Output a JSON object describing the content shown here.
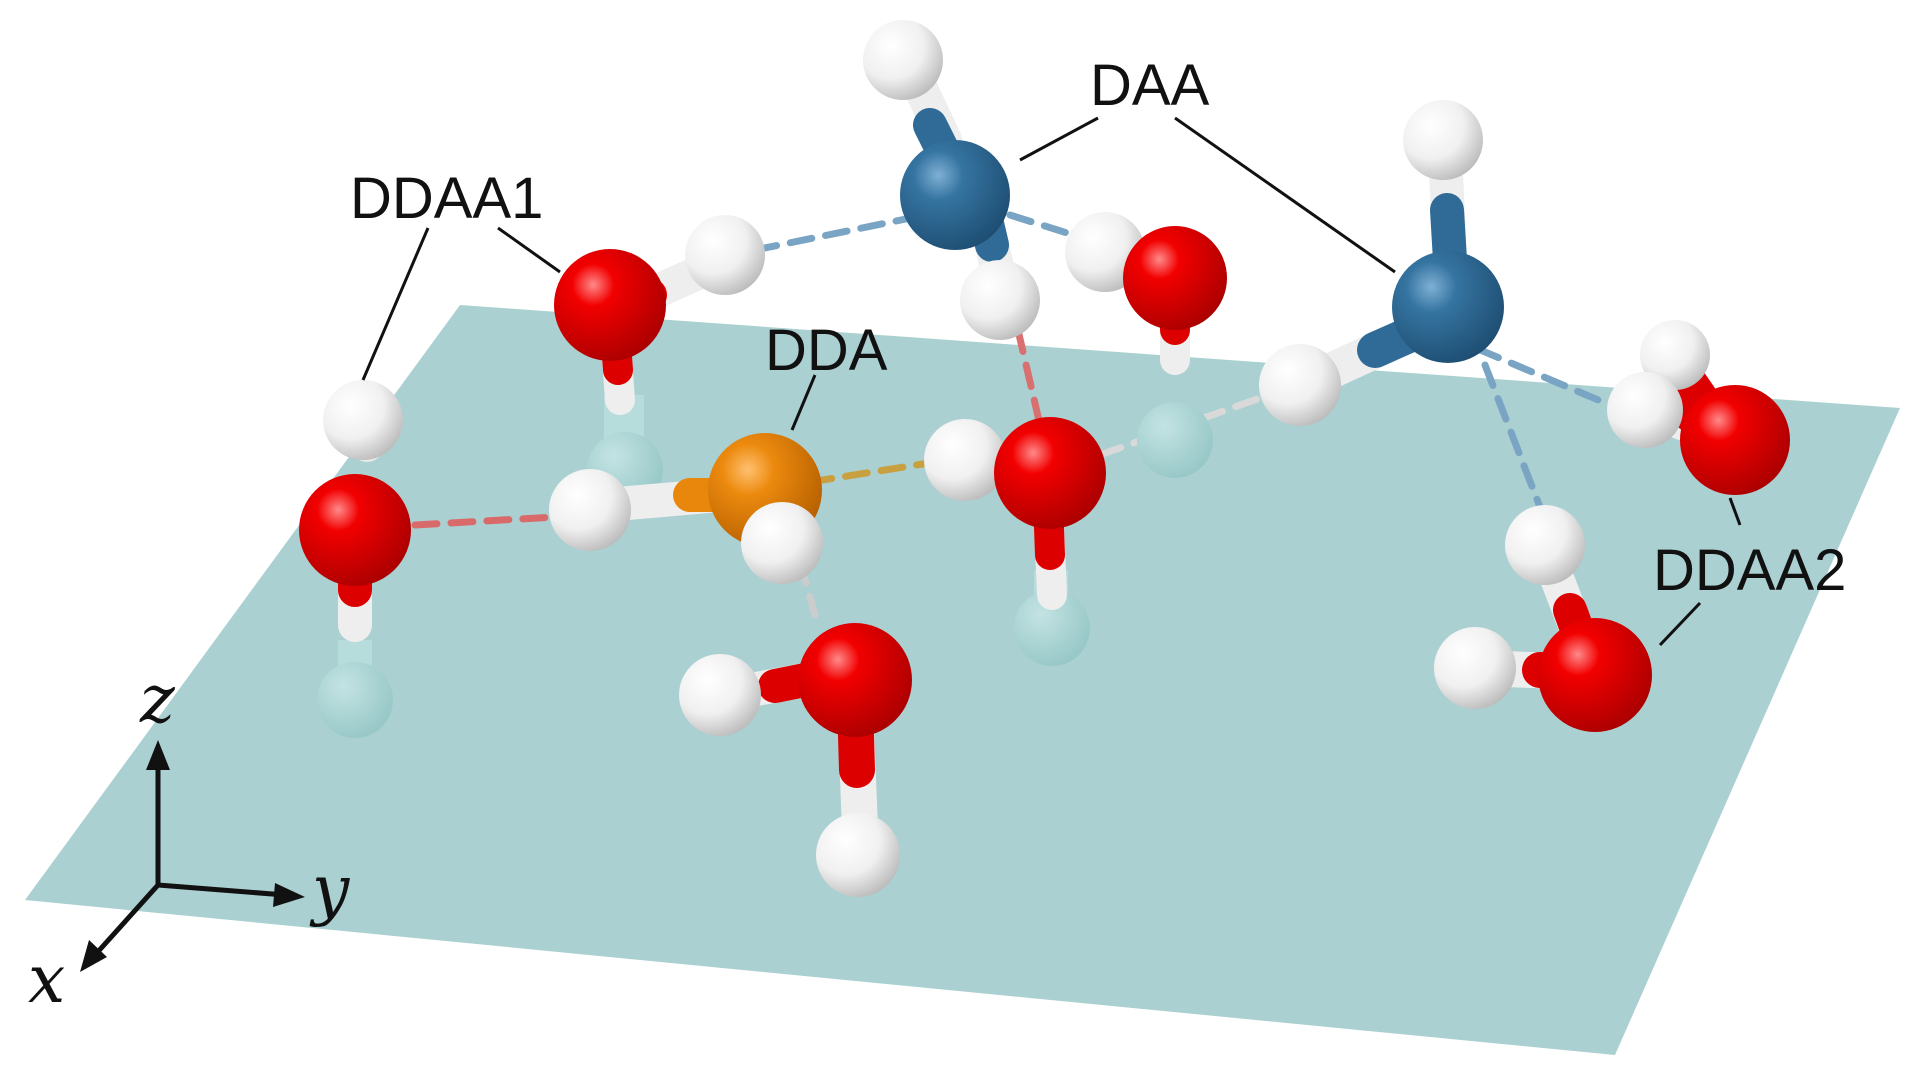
{
  "labels": {
    "ddaa1": "DDAA1",
    "daa": "DAA",
    "dda": "DDA",
    "ddaa2": "DDAA2"
  },
  "axes": {
    "z": "z",
    "y": "y",
    "x": "x"
  },
  "colors": {
    "surface": "#abd0d1",
    "oxygen": "#e30000",
    "hydrogen": "#f4f4f4",
    "dda_center": "#e8870b",
    "daa_center": "#2f6b96",
    "shadow_atom": "#9fcdcd"
  }
}
